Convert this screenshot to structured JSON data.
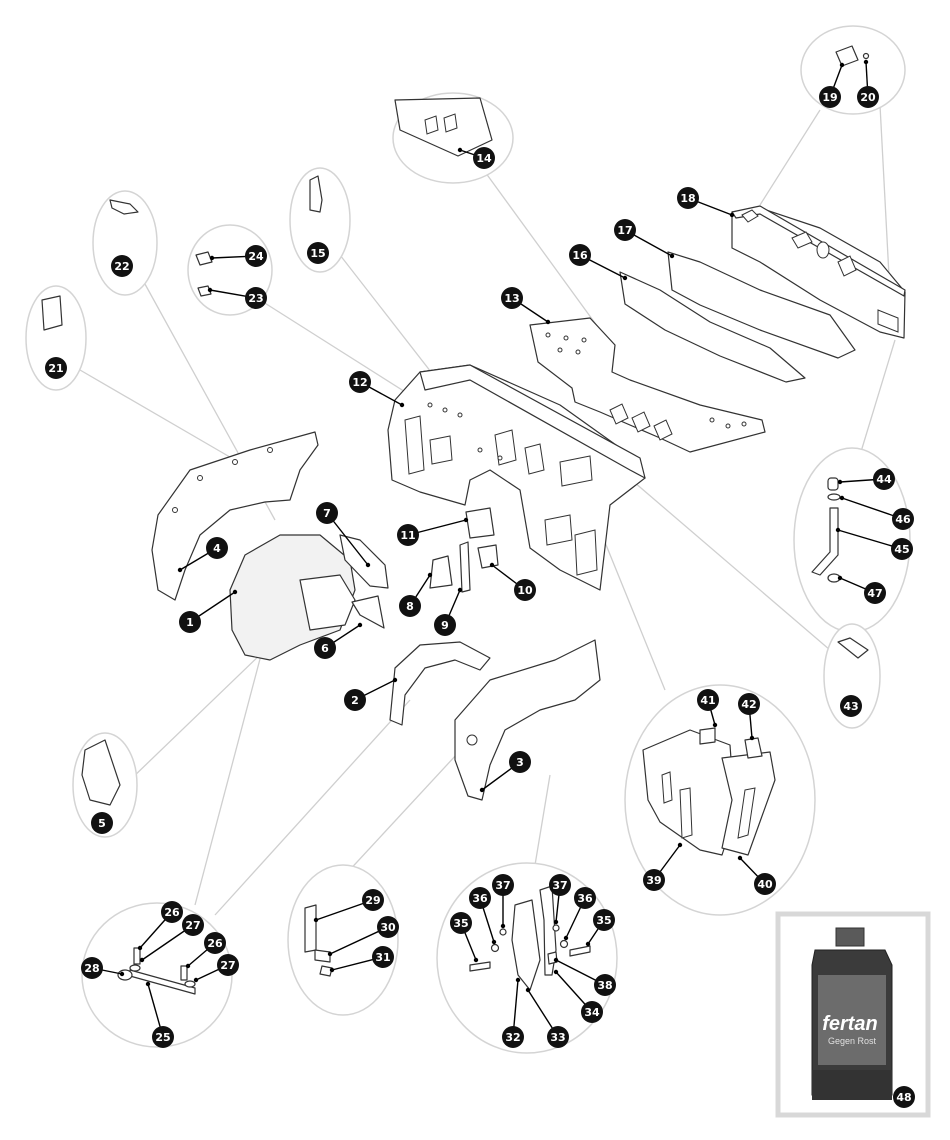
{
  "diagram": {
    "part_numbers": [
      "1",
      "2",
      "3",
      "4",
      "5",
      "6",
      "7",
      "8",
      "9",
      "10",
      "11",
      "12",
      "13",
      "14",
      "15",
      "16",
      "17",
      "18",
      "19",
      "20",
      "21",
      "22",
      "23",
      "24",
      "25",
      "26",
      "27",
      "28",
      "29",
      "30",
      "31",
      "32",
      "33",
      "34",
      "35",
      "36",
      "37",
      "38",
      "39",
      "40",
      "41",
      "42",
      "43",
      "44",
      "45",
      "46",
      "47",
      "48"
    ],
    "product": {
      "brand": "fertan",
      "tagline": "Gegen Rost"
    },
    "colors": {
      "badge": "#111111",
      "line": "#333333",
      "callout_border": "#d4d4d4"
    }
  }
}
